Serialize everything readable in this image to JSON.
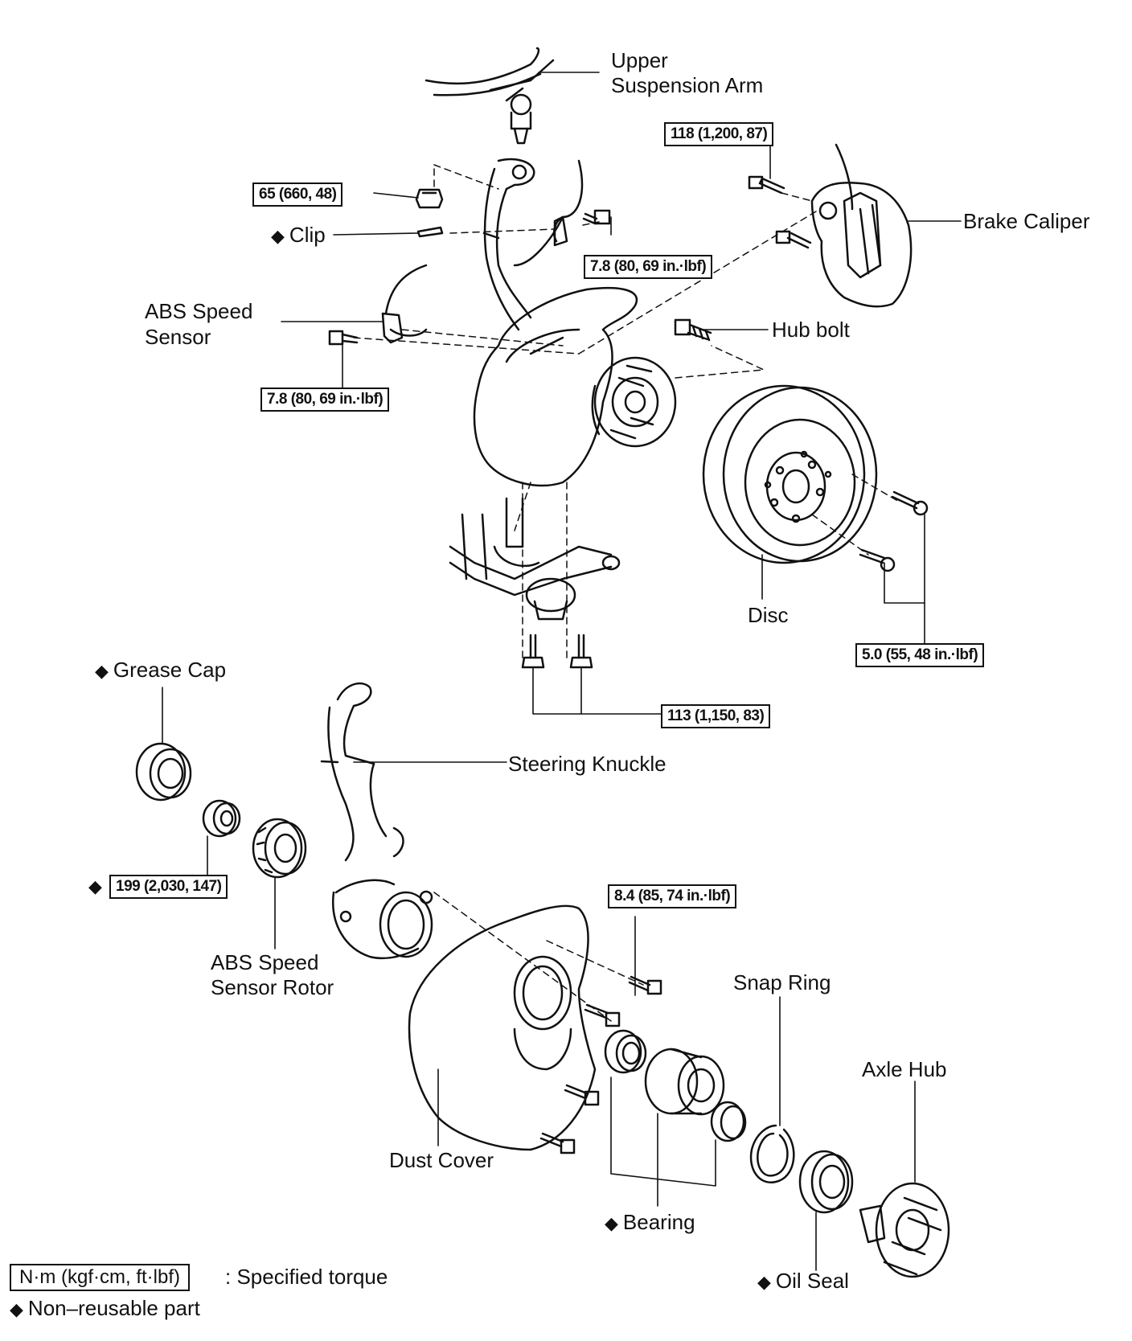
{
  "labels": {
    "upper_arm_1": "Upper",
    "upper_arm_2": "Suspension Arm",
    "brake_caliper": "Brake Caliper",
    "clip": "Clip",
    "abs_sensor_1": "ABS Speed",
    "abs_sensor_2": "Sensor",
    "hub_bolt": "Hub bolt",
    "disc": "Disc",
    "grease_cap": "Grease Cap",
    "steering_knuckle": "Steering Knuckle",
    "abs_rotor_1": "ABS Speed",
    "abs_rotor_2": "Sensor Rotor",
    "snap_ring": "Snap Ring",
    "axle_hub": "Axle Hub",
    "dust_cover": "Dust Cover",
    "bearing": "Bearing",
    "oil_seal": "Oil Seal"
  },
  "torques": {
    "caliper_bolt": "118 (1,200, 87)",
    "knuckle_nut": "65 (660, 48)",
    "sensor_clamp_upper": "7.8 (80, 69 in.·lbf)",
    "sensor_bolt": "7.8 (80, 69 in.·lbf)",
    "disc_screw": "5.0 (55, 48 in.·lbf)",
    "lower_arm_bolt": "113 (1,150, 83)",
    "hub_nut": "199 (2,030, 147)",
    "dust_cover_bolt": "8.4 (85, 74 in.·lbf)"
  },
  "legend": {
    "unit_box": "N·m (kgf·cm, ft·lbf)",
    "unit_text": ": Specified torque",
    "nonreusable": "Non–reusable part"
  },
  "symbols": {
    "nonreusable_mark": "◆"
  }
}
